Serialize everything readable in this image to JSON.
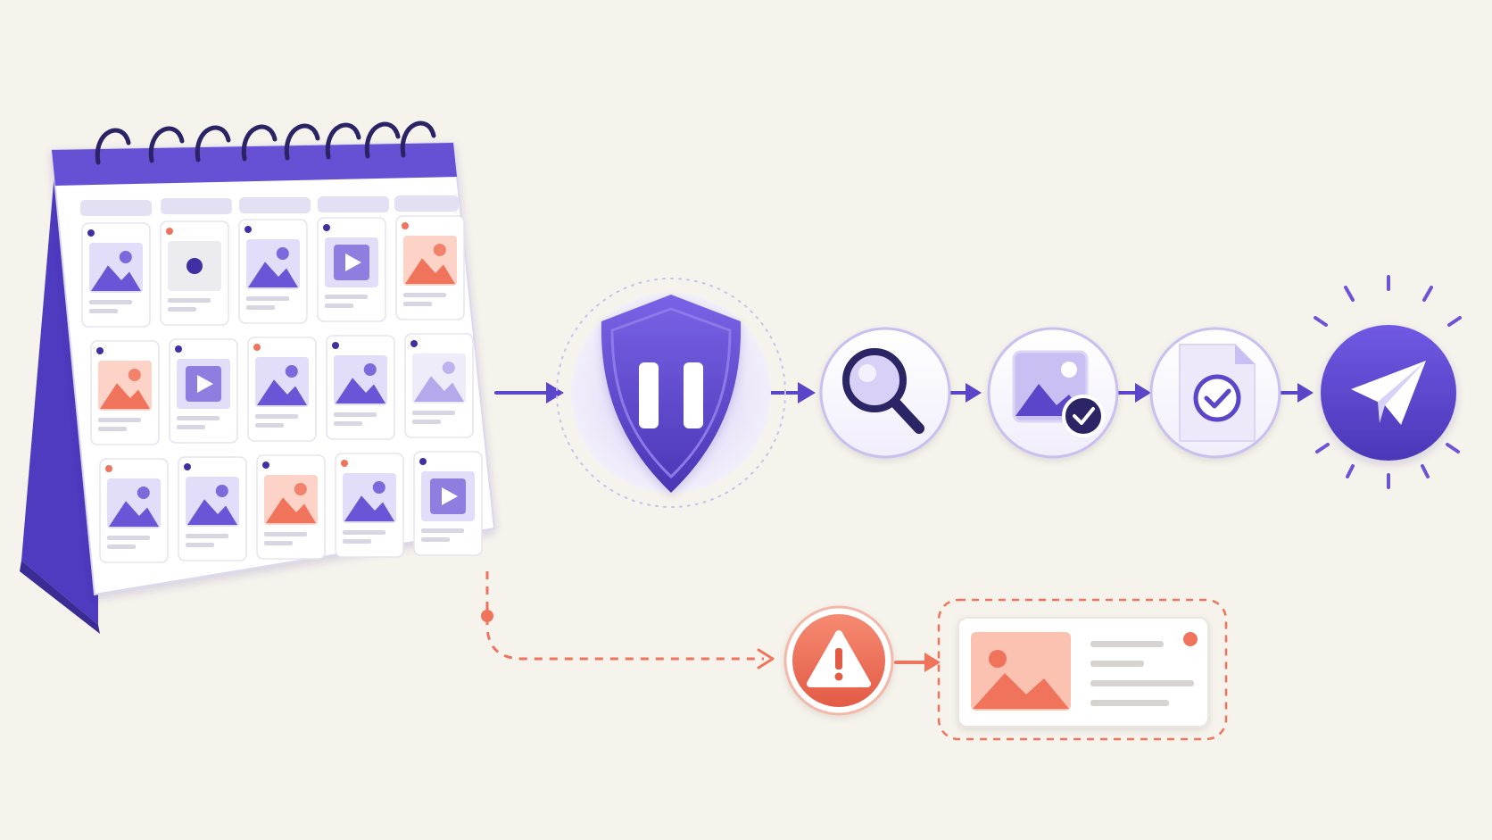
{
  "colors": {
    "background": "#f6f3ec",
    "primary": "#5b45c9",
    "primary_dark": "#3f2fa3",
    "primary_light": "#c8bdf2",
    "lavender": "#ece8fb",
    "alert": "#f0735c",
    "alert_light": "#fbc5b6",
    "paper": "#ffffff"
  },
  "calendar": {
    "columns": 5,
    "rows": 3,
    "cells": [
      {
        "icon": "image-icon",
        "tone": "purple"
      },
      {
        "icon": "dot-icon",
        "tone": "gray"
      },
      {
        "icon": "image-icon",
        "tone": "purple"
      },
      {
        "icon": "play-icon",
        "tone": "purple"
      },
      {
        "icon": "image-icon",
        "tone": "coral"
      },
      {
        "icon": "image-icon",
        "tone": "coral"
      },
      {
        "icon": "play-icon",
        "tone": "purple"
      },
      {
        "icon": "image-icon",
        "tone": "purple"
      },
      {
        "icon": "image-icon",
        "tone": "purple"
      },
      {
        "icon": "image-icon",
        "tone": "light"
      },
      {
        "icon": "image-icon",
        "tone": "purple"
      },
      {
        "icon": "image-icon",
        "tone": "purple"
      },
      {
        "icon": "image-icon",
        "tone": "coral"
      },
      {
        "icon": "image-icon",
        "tone": "purple"
      },
      {
        "icon": "play-icon",
        "tone": "purple"
      }
    ]
  },
  "flow": {
    "steps": [
      {
        "icon": "shield-pause-icon"
      },
      {
        "icon": "magnifier-icon"
      },
      {
        "icon": "image-check-icon"
      },
      {
        "icon": "document-check-icon"
      },
      {
        "icon": "paper-plane-icon"
      }
    ]
  },
  "alert_branch": {
    "icon": "warning-icon",
    "flagged_post_icon": "image-icon"
  }
}
